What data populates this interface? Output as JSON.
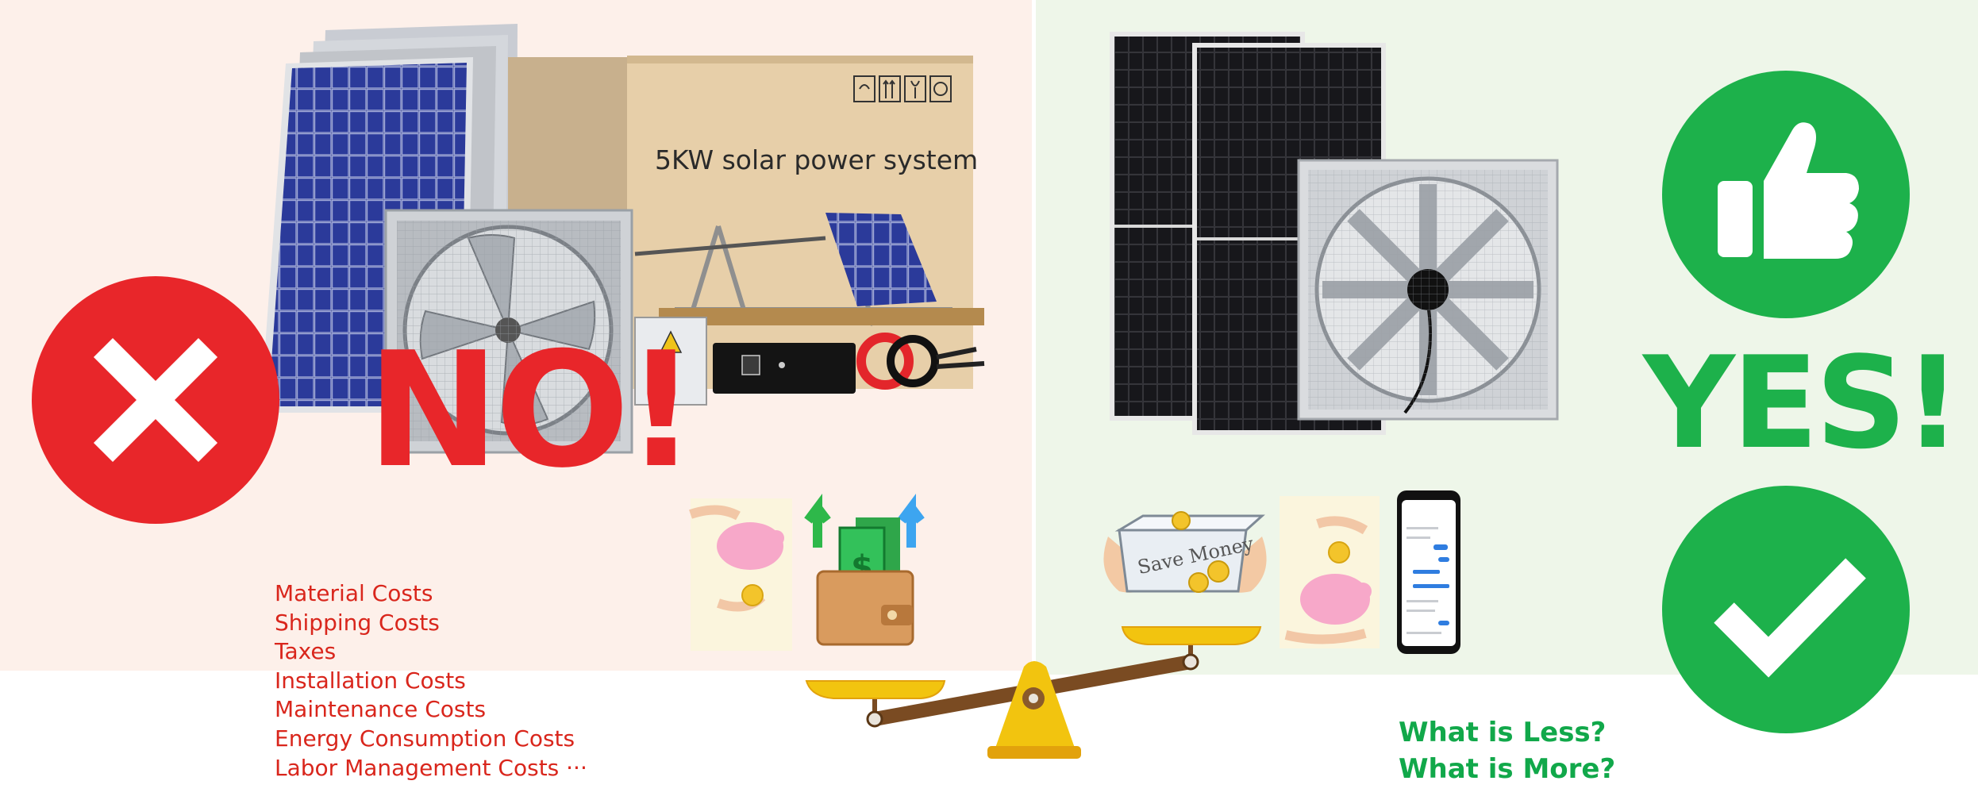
{
  "left": {
    "box_label": "5KW solar power system",
    "verdict": "NO!",
    "cost_items": [
      "Material Costs",
      "Shipping Costs",
      "Taxes",
      "Installation Costs",
      "Maintenance Costs",
      "Energy Consumption Costs",
      "Labor Management Costs ···"
    ]
  },
  "right": {
    "verdict": "YES!",
    "questions": [
      "What is Less?",
      "What is More?"
    ],
    "jar_label": "Save Money"
  },
  "icons": {
    "no_badge": "close-icon",
    "yes_top_badge": "thumbs-up-icon",
    "yes_bottom_badge": "checkmark-icon",
    "center": "balance-scale-icon"
  },
  "colors": {
    "red": "#e8262a",
    "green": "#1db14b",
    "cost_text": "#d9261c",
    "question_text": "#11a84a",
    "left_bg": "#fdf0ea",
    "right_bg": "#eef6e9",
    "scale_gold": "#f2c40f",
    "scale_beam": "#7a4b22"
  }
}
